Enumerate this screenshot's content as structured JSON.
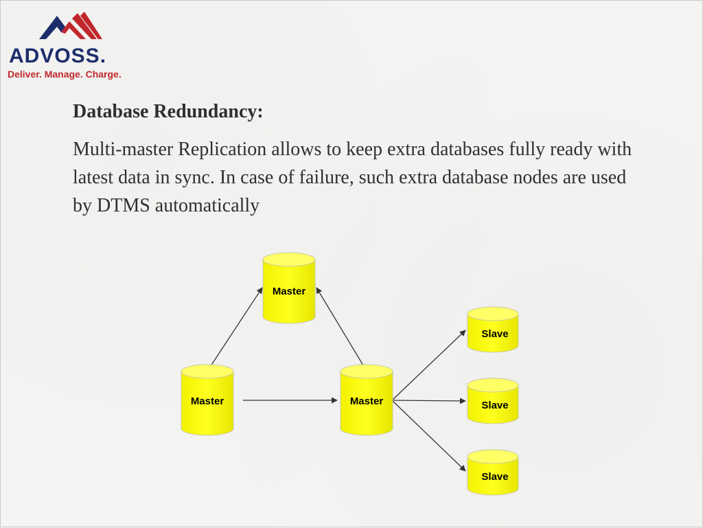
{
  "logo": {
    "brand": "ADVOSS.",
    "tagline": "Deliver. Manage. Charge."
  },
  "slide": {
    "heading": "Database Redundancy:",
    "body": "Multi-master Replication allows to keep extra databases fully ready with latest data in sync. In case of failure, such extra database nodes are used by DTMS automatically"
  },
  "diagram": {
    "nodes": [
      {
        "id": "master_top",
        "label": "Master"
      },
      {
        "id": "master_left",
        "label": "Master"
      },
      {
        "id": "master_center",
        "label": "Master"
      },
      {
        "id": "slave_1",
        "label": "Slave"
      },
      {
        "id": "slave_2",
        "label": "Slave"
      },
      {
        "id": "slave_3",
        "label": "Slave"
      }
    ],
    "edges": [
      {
        "from": "master_left",
        "to": "master_top"
      },
      {
        "from": "master_center",
        "to": "master_top"
      },
      {
        "from": "master_left",
        "to": "master_center"
      },
      {
        "from": "master_center",
        "to": "slave_1"
      },
      {
        "from": "master_center",
        "to": "slave_2"
      },
      {
        "from": "master_center",
        "to": "slave_3"
      }
    ]
  },
  "colors": {
    "brand_red": "#c0272d",
    "brand_navy": "#1d2d6b",
    "cylinder_fill": "#ffff00",
    "cylinder_top": "#ffff66",
    "cylinder_stroke": "#c9c9a0"
  }
}
